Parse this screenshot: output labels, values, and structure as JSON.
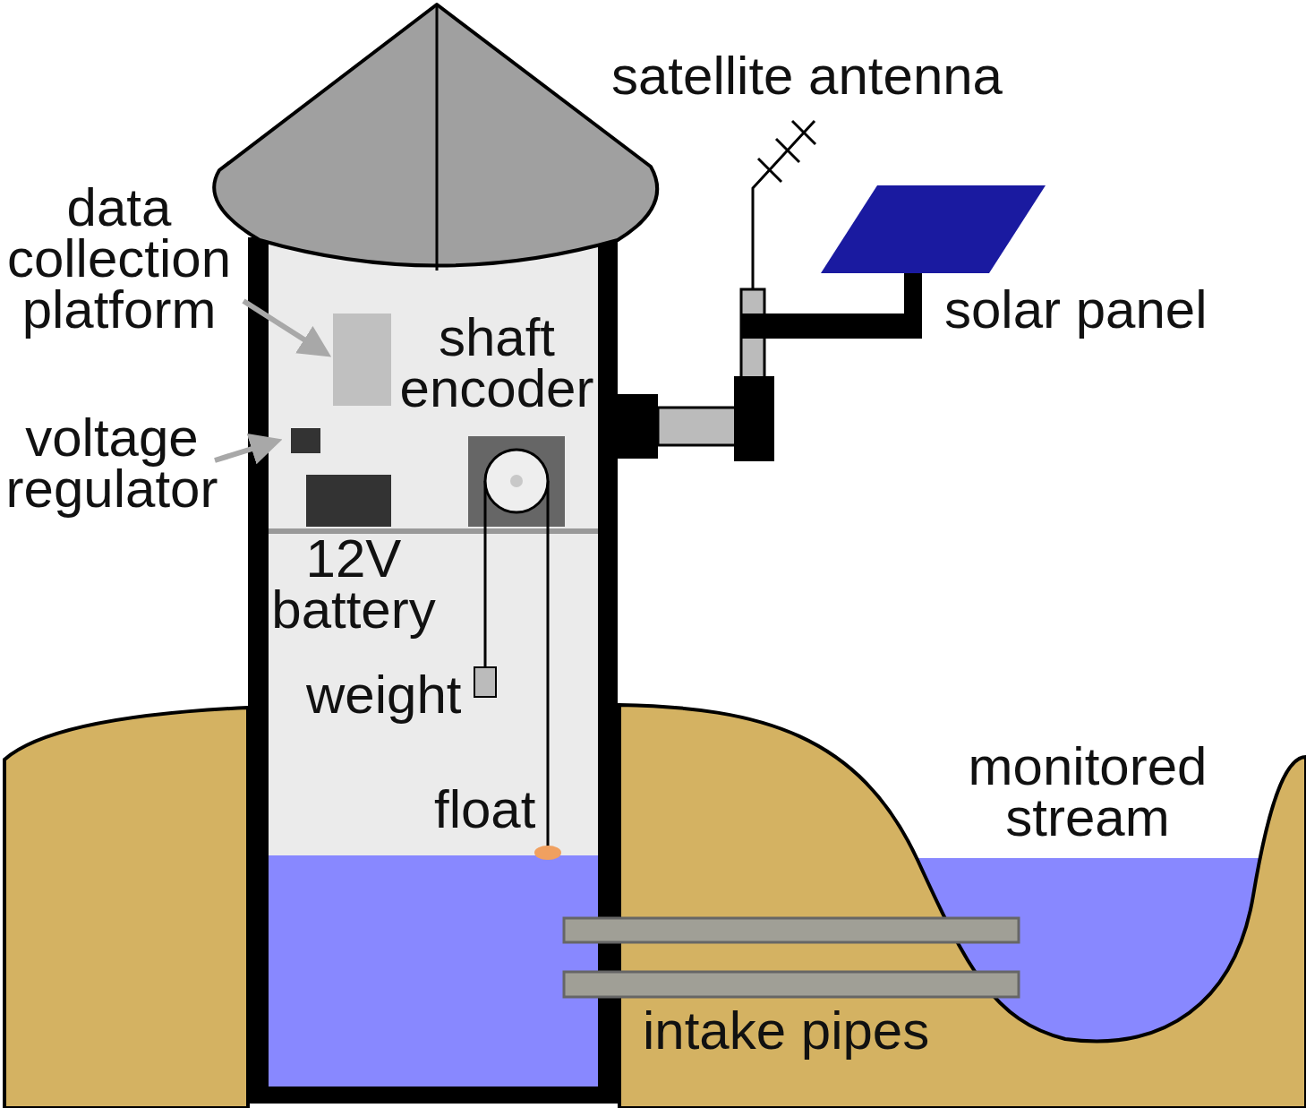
{
  "diagram": {
    "labels": [
      "satellite antenna",
      "data collection platform",
      "shaft encoder",
      "solar panel",
      "voltage regulator",
      "12V battery",
      "weight",
      "float",
      "monitored stream",
      "intake pipes"
    ]
  }
}
